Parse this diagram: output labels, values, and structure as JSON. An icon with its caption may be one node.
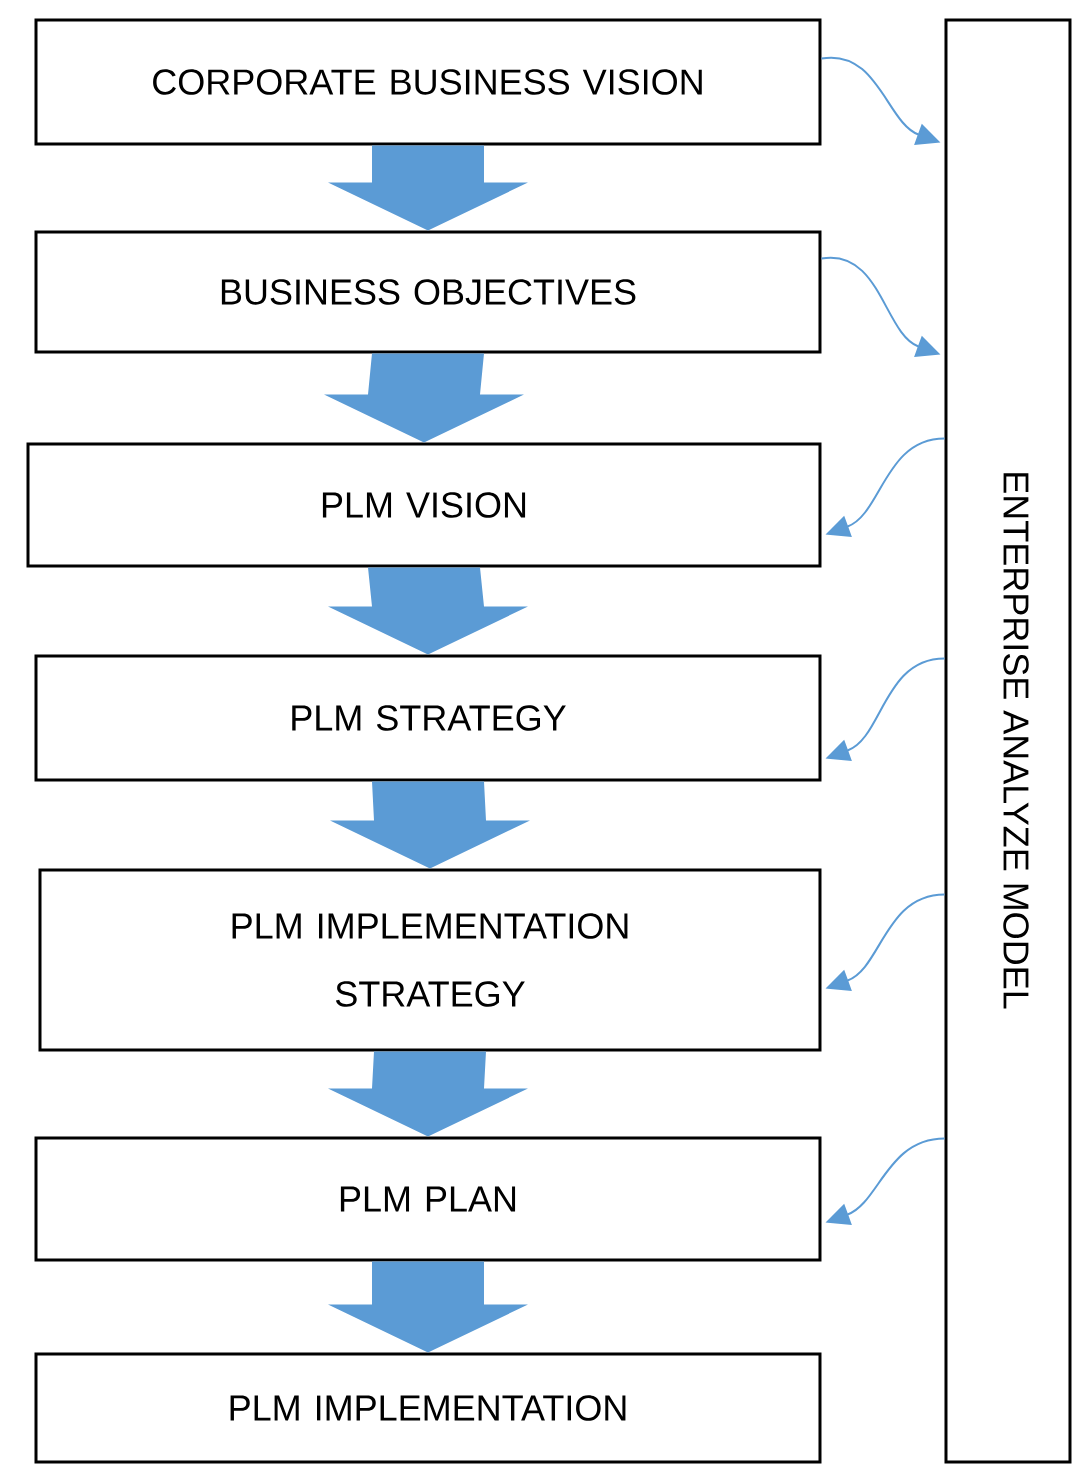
{
  "diagram": {
    "nodes": [
      {
        "text": [
          "CORPORATE BUSINESS VISION"
        ]
      },
      {
        "text": [
          "BUSINESS OBJECTIVES"
        ]
      },
      {
        "text": [
          "PLM VISION"
        ]
      },
      {
        "text": [
          "PLM STRATEGY"
        ]
      },
      {
        "text": [
          "PLM IMPLEMENTATION STRATEGY"
        ]
      },
      {
        "text": [
          "PLM PLAN"
        ]
      },
      {
        "text": [
          "PLM IMPLEMENTATION"
        ]
      },
      {
        "text": [
          "ENTERPRISE ANALYZE MODEL"
        ]
      }
    ],
    "edges": [
      {
        "from": 0,
        "to": 1,
        "arrow": "to",
        "style": "thick"
      },
      {
        "from": 1,
        "to": 2,
        "arrow": "to",
        "style": "thick"
      },
      {
        "from": 2,
        "to": 3,
        "arrow": "to",
        "style": "thick"
      },
      {
        "from": 3,
        "to": 4,
        "arrow": "to",
        "style": "thick"
      },
      {
        "from": 4,
        "to": 5,
        "arrow": "to",
        "style": "thick"
      },
      {
        "from": 5,
        "to": 6,
        "arrow": "to",
        "style": "thick"
      },
      {
        "from": 0,
        "to": 7,
        "arrow": "to"
      },
      {
        "from": 1,
        "to": 7,
        "arrow": "to"
      },
      {
        "from": 7,
        "to": 2,
        "arrow": "to"
      },
      {
        "from": 7,
        "to": 3,
        "arrow": "to"
      },
      {
        "from": 7,
        "to": 4,
        "arrow": "to"
      },
      {
        "from": 7,
        "to": 5,
        "arrow": "to"
      }
    ]
  }
}
